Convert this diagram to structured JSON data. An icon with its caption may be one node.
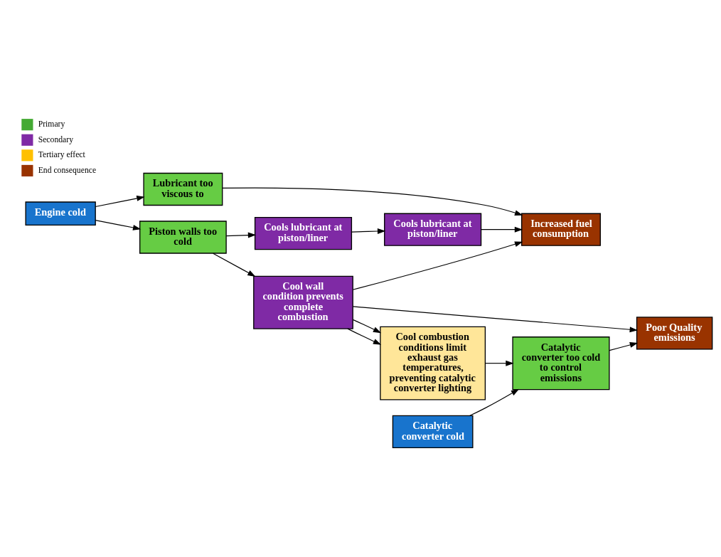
{
  "diagram": {
    "nodes": [
      {
        "text": [
          "Lubricant too viscous to"
        ]
      },
      {
        "text": [
          "Piston walls too cold"
        ]
      },
      {
        "text": [
          "Cools lubricant at piston/liner"
        ]
      },
      {
        "text": [
          "Cools lubricant at piston/liner"
        ]
      },
      {
        "text": [
          "Cool wall condition prevents complete combustion"
        ]
      },
      {
        "text": [
          "Increased fuel consumption"
        ]
      },
      {
        "text": [
          "Engine cold"
        ]
      },
      {
        "text": [
          "Poor Quality emissions"
        ]
      },
      {
        "text": [
          "Cool combustion conditions limit exhaust gas temperatures, preventing catalytic converter lighting"
        ]
      },
      {
        "text": [
          "Catalytic converter cold"
        ]
      },
      {
        "text": [
          "Catalytic converter too cold to control emissions"
        ]
      }
    ],
    "edges": [
      {
        "from": 6,
        "to": 0,
        "arrow": "to"
      },
      {
        "from": 6,
        "to": 1,
        "arrow": "to"
      },
      {
        "from": 1,
        "to": 2,
        "arrow": "to"
      },
      {
        "from": 1,
        "to": 4,
        "arrow": "to"
      },
      {
        "from": 2,
        "to": 3,
        "arrow": "to"
      },
      {
        "from": 3,
        "to": 5,
        "arrow": "to"
      },
      {
        "from": 0,
        "to": 5,
        "arrow": "to"
      },
      {
        "from": 4,
        "to": 5,
        "arrow": "to"
      },
      {
        "from": 4,
        "to": 7,
        "arrow": "to"
      },
      {
        "from": 4,
        "to": 8,
        "arrow": "to"
      },
      {
        "from": 4,
        "to": 8,
        "arrow": "to"
      },
      {
        "from": 8,
        "to": 10,
        "arrow": "to"
      },
      {
        "from": 9,
        "to": 10,
        "arrow": "to"
      },
      {
        "from": 10,
        "to": 7,
        "arrow": "to"
      }
    ],
    "legend": [
      {
        "text": "Primary",
        "color": "#44aa33"
      },
      {
        "text": "Secondary",
        "color": "#7f2aa5"
      },
      {
        "text": "Tertiary effect",
        "color": "#ffc000"
      },
      {
        "text": "End consequence",
        "color": "#993300"
      }
    ]
  }
}
